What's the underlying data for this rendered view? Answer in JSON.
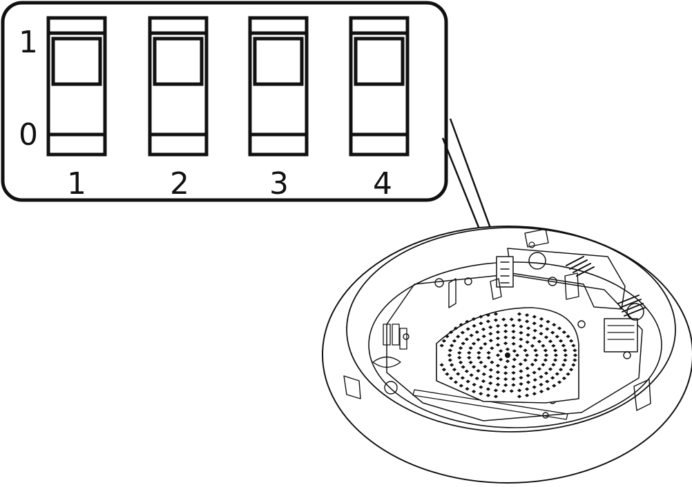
{
  "scale": {
    "on_label": "1",
    "off_label": "0"
  },
  "switches": [
    {
      "number": "1",
      "state": "1"
    },
    {
      "number": "2",
      "state": "1"
    },
    {
      "number": "3",
      "state": "1"
    },
    {
      "number": "4",
      "state": "1"
    }
  ],
  "colors": {
    "stroke": "#111111",
    "fill": "#ffffff"
  }
}
